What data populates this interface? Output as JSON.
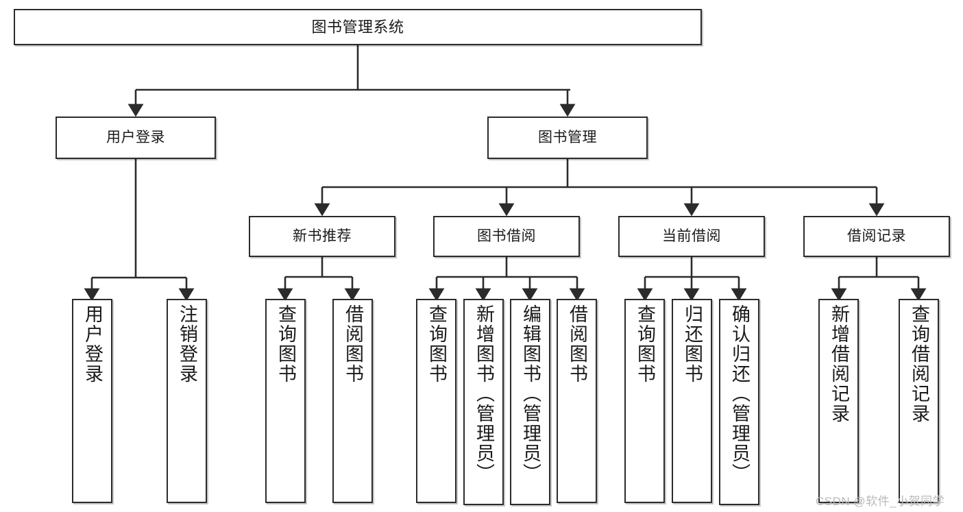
{
  "diagram": {
    "type": "tree-hierarchy",
    "title": "图书管理系统",
    "root": {
      "label": "图书管理系统"
    },
    "level1": [
      {
        "label": "用户登录"
      },
      {
        "label": "图书管理"
      }
    ],
    "level2": [
      {
        "label": "新书推荐"
      },
      {
        "label": "图书借阅"
      },
      {
        "label": "当前借阅"
      },
      {
        "label": "借阅记录"
      }
    ],
    "leaves": {
      "user_login": [
        {
          "label": "用户登录"
        },
        {
          "label": "注销登录"
        }
      ],
      "new_book_recommend": [
        {
          "label": "查询图书"
        },
        {
          "label": "借阅图书"
        }
      ],
      "book_borrow": [
        {
          "label": "查询图书"
        },
        {
          "label": "新增图书（管理员）"
        },
        {
          "label": "编辑图书（管理员）"
        },
        {
          "label": "借阅图书"
        }
      ],
      "current_borrow": [
        {
          "label": "查询图书"
        },
        {
          "label": "归还图书"
        },
        {
          "label": "确认归还（管理员）"
        }
      ],
      "borrow_record": [
        {
          "label": "新增借阅记录"
        },
        {
          "label": "查询借阅记录"
        }
      ]
    }
  },
  "watermark": {
    "text": "CSDN @软件_小贺同学"
  },
  "colors": {
    "border": "#2b2b2b",
    "background": "#ffffff",
    "text": "#1a1a1a",
    "watermark": "#b9b9b9"
  }
}
